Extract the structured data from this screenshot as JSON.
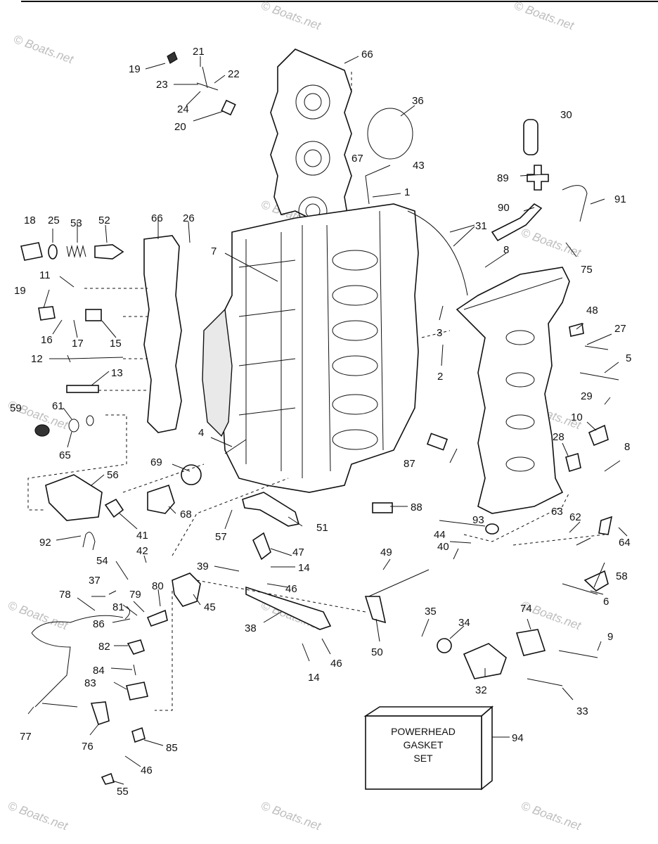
{
  "box": {
    "line1": "POWERHEAD",
    "line2": "GASKET",
    "line3": "SET"
  },
  "watermark": "© Boats.net",
  "callouts": [
    "1",
    "2",
    "3",
    "4",
    "5",
    "6",
    "7",
    "8",
    "8",
    "9",
    "10",
    "11",
    "12",
    "13",
    "14",
    "14",
    "15",
    "16",
    "17",
    "19",
    "19",
    "20",
    "21",
    "22",
    "23",
    "24",
    "25",
    "26",
    "27",
    "28",
    "29",
    "30",
    "31",
    "32",
    "33",
    "34",
    "35",
    "36",
    "37",
    "38",
    "39",
    "40",
    "41",
    "42",
    "43",
    "44",
    "45",
    "46",
    "46",
    "46",
    "47",
    "48",
    "49",
    "50",
    "51",
    "52",
    "53",
    "54",
    "55",
    "56",
    "57",
    "58",
    "59",
    "61",
    "62",
    "63",
    "64",
    "65",
    "66",
    "66",
    "67",
    "68",
    "69",
    "74",
    "75",
    "76",
    "77",
    "78",
    "79",
    "80",
    "81",
    "82",
    "83",
    "84",
    "85",
    "86",
    "87",
    "88",
    "89",
    "90",
    "91",
    "92",
    "93",
    "94",
    "18"
  ]
}
